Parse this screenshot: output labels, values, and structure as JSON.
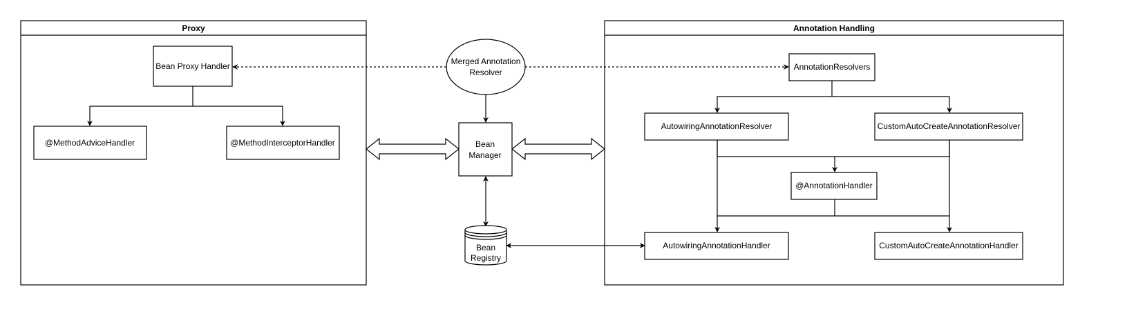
{
  "diagram": {
    "groups": {
      "proxy": "Proxy",
      "annotation_handling": "Annotation Handling"
    },
    "nodes": {
      "bean_proxy_handler": "Bean Proxy Handler",
      "method_advice_handler": "@MethodAdviceHandler",
      "method_interceptor_handler": "@MethodInterceptorHandler",
      "merged_annotation_resolver": [
        "Merged Annotation",
        "Resolver"
      ],
      "bean_manager": [
        "Bean",
        "Manager"
      ],
      "bean_registry": [
        "Bean",
        "Registry"
      ],
      "annotation_resolvers": "AnnotationResolvers",
      "autowiring_annotation_resolver": "AutowiringAnnotationResolver",
      "custom_auto_create_annotation_resolver": "CustomAutoCreateAnnotationResolver",
      "annotation_handler": "@AnnotationHandler",
      "autowiring_annotation_handler": "AutowiringAnnotationHandler",
      "custom_auto_create_annotation_handler": "CustomAutoCreateAnnotationHandler"
    }
  }
}
